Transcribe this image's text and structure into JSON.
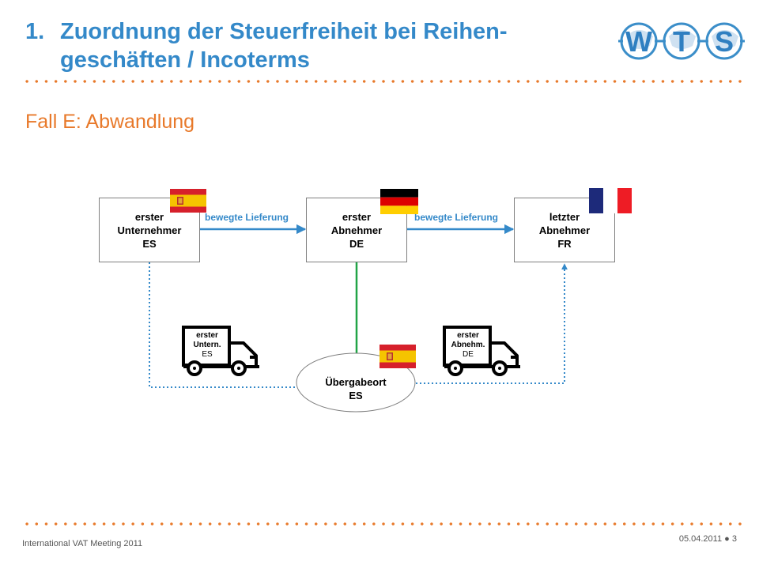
{
  "header": {
    "number": "1.",
    "title_line1": "Zuordnung der Steuerfreiheit bei Reihen-",
    "title_line2": "geschäften / Incoterms"
  },
  "logo": {
    "letters": [
      "W",
      "T",
      "S"
    ],
    "icon": "globe-logo-icon"
  },
  "subtitle": "Fall E: Abwandlung",
  "diagram": {
    "box1": {
      "line1": "erster",
      "line2": "Unternehmer",
      "line3": "ES",
      "flag": "spain-flag-icon"
    },
    "box2": {
      "line1": "erster",
      "line2": "Abnehmer",
      "line3": "DE",
      "flag": "germany-flag-icon"
    },
    "box3": {
      "line1": "letzter",
      "line2": "Abnehmer",
      "line3": "FR",
      "flag": "france-flag-icon"
    },
    "arrow1_label": "bewegte Lieferung",
    "arrow2_label": "bewegte Lieferung",
    "handover": {
      "line1": "Übergabeort",
      "line2": "ES",
      "flag": "spain-flag-icon"
    },
    "truck1": {
      "line1": "erster",
      "line2": "Untern.",
      "line3": "ES"
    },
    "truck2": {
      "line1": "erster",
      "line2": "Abnehm.",
      "line3": "DE"
    }
  },
  "footer": {
    "left": "International VAT Meeting 2011",
    "date": "05.04.2011",
    "page": "3"
  },
  "colors": {
    "title_blue": "#3489c9",
    "accent_orange": "#e8792a",
    "green_line": "#21a447"
  }
}
